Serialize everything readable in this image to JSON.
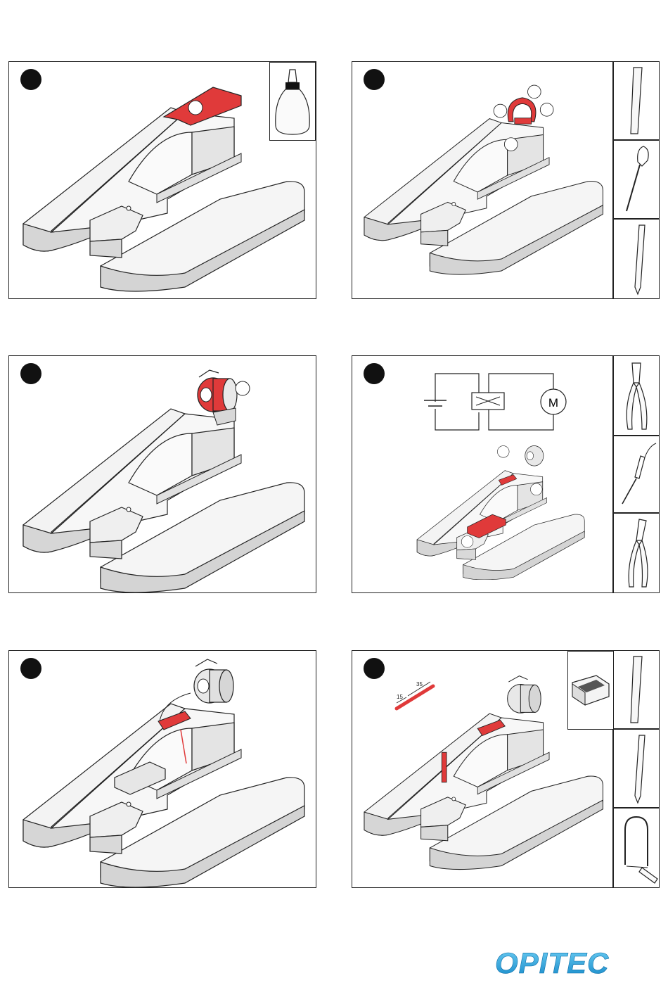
{
  "steps": [
    {
      "id": "step-1",
      "tools": [],
      "inset": "glue-bottle-icon"
    },
    {
      "id": "step-2",
      "tools": [
        "ruler-icon",
        "screwdriver-icon",
        "pencil-icon"
      ],
      "inset": null
    },
    {
      "id": "step-3",
      "tools": [],
      "inset": null
    },
    {
      "id": "step-4",
      "tools": [
        "wire-stripper-icon",
        "soldering-iron-icon",
        "pliers-icon"
      ],
      "inset": null,
      "circuit_motor_label": "M"
    },
    {
      "id": "step-5",
      "tools": [],
      "inset": null
    },
    {
      "id": "step-6",
      "tools": [
        "ruler-icon",
        "pencil-icon",
        "fretsaw-icon"
      ],
      "inset": "sandpaper-block-icon",
      "dimensions": [
        "15",
        "35"
      ]
    }
  ],
  "brand": {
    "name": "OPITEC",
    "color": "#1aa8e0"
  },
  "colors": {
    "highlight": "#e03a3a",
    "hull_light": "#f2f2f2",
    "hull_side": "#cfcfcf",
    "outline": "#222222"
  }
}
